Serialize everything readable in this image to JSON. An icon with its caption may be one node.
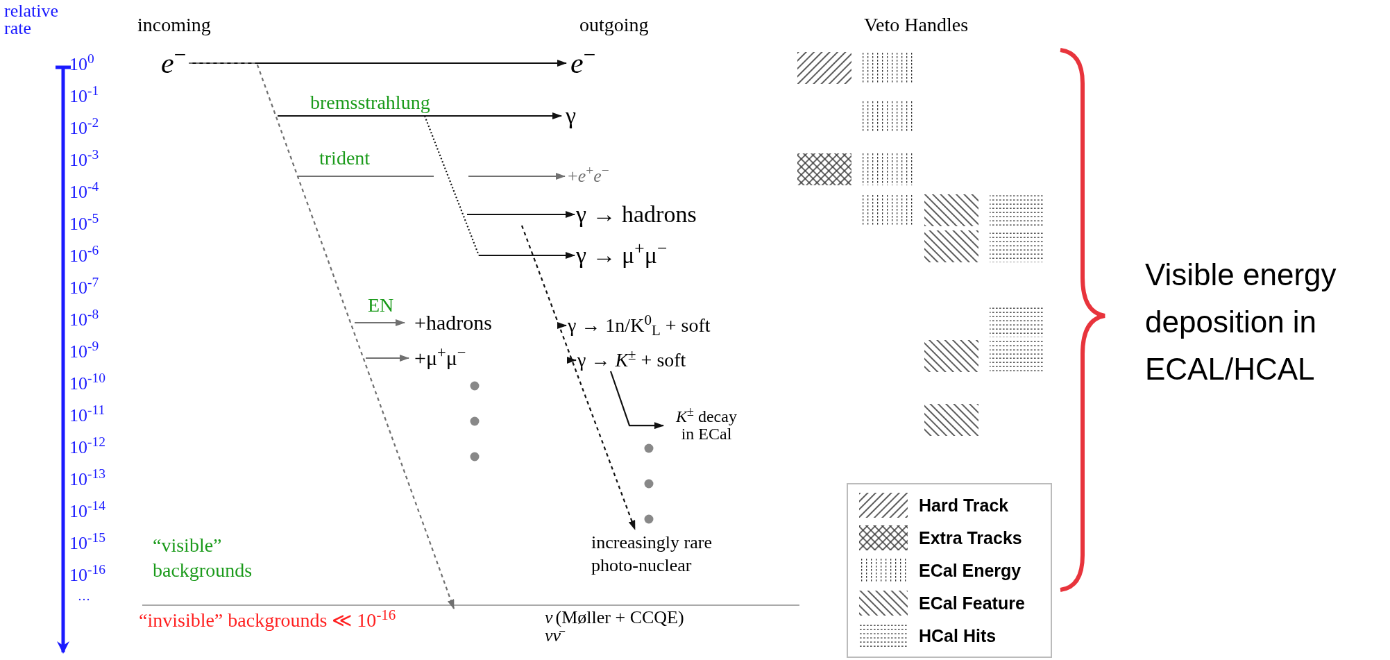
{
  "diagram": {
    "nodes": [
      {
        "text": [
          "*e*$^{−}$"
        ]
      },
      {
        "text": [
          "*e*$^{−}$"
        ]
      },
      {
        "text": [
          "γ"
        ]
      },
      {
        "text": [
          "+*e*$^{+}$*e*$^{−}$"
        ]
      },
      {
        "text": [
          "γ → hadrons"
        ]
      },
      {
        "text": [
          "γ → μ$^{+}$μ$^{−}$"
        ]
      },
      {
        "text": [
          "+hadrons"
        ]
      },
      {
        "text": [
          "γ → 1n/K$^{0}$$_{L}$ + soft"
        ]
      },
      {
        "text": [
          "+μ$^{+}$μ$^{−}$"
        ]
      },
      {
        "text": [
          "γ → *K*$^{±}$ + soft"
        ]
      },
      {
        "text": [
          "*K*$^{±}$ decay in ECal"
        ]
      },
      {
        "text": [
          "increasingly rare photo-nuclear"
        ]
      },
      {
        "text": [
          "“invisible” backgrounds ≪ 10$^{-16}$"
        ]
      },
      {
        "text": [
          "ν",
          "(Møller + CCQE)",
          "νν̄"
        ]
      }
    ],
    "edges": [
      {
        "from": 0,
        "to": 1,
        "arrow": "to"
      },
      {
        "from": 0,
        "to": 12,
        "arrow": "to",
        "style": "dashed",
        "color": "#707070"
      },
      {
        "from": null,
        "to": 2,
        "arrow": "to",
        "label": "bremsstrahlung"
      },
      {
        "from": null,
        "to": 3,
        "arrow": "to",
        "label": "trident",
        "color": "#707070"
      },
      {
        "from": null,
        "to": 4,
        "arrow": "to"
      },
      {
        "from": null,
        "to": 5,
        "arrow": "to"
      },
      {
        "from": null,
        "to": 6,
        "arrow": "to",
        "label": "EN",
        "color": "#707070"
      },
      {
        "from": null,
        "to": 7,
        "arrow": "to"
      },
      {
        "from": null,
        "to": 8,
        "arrow": "to",
        "color": "#707070"
      },
      {
        "from": null,
        "to": 9,
        "arrow": "to"
      },
      {
        "from": 9,
        "to": 10,
        "arrow": "to"
      },
      {
        "from": null,
        "to": 11,
        "arrow": "to",
        "style": "dashed"
      }
    ],
    "labels": [
      "relative rate",
      "10$^{0}$",
      "10$^{-1}$",
      "10$^{-2}$",
      "10$^{-3}$",
      "10$^{-4}$",
      "10$^{-5}$",
      "10$^{-6}$",
      "10$^{-7}$",
      "10$^{-8}$",
      "10$^{-9}$",
      "10$^{-10}$",
      "10$^{-11}$",
      "10$^{-12}$",
      "10$^{-13}$",
      "10$^{-14}$",
      "10$^{-15}$",
      "10$^{-16}$",
      "…",
      "incoming",
      "outgoing",
      "Veto Handles",
      "“visible” backgrounds",
      "Visible energy deposition in ECAL/HCAL"
    ],
    "legend": [
      {
        "text": "Hard Track"
      },
      {
        "text": "Extra Tracks"
      },
      {
        "text": "ECal Energy"
      },
      {
        "text": "ECal Feature"
      },
      {
        "text": "HCal Hits"
      }
    ]
  }
}
